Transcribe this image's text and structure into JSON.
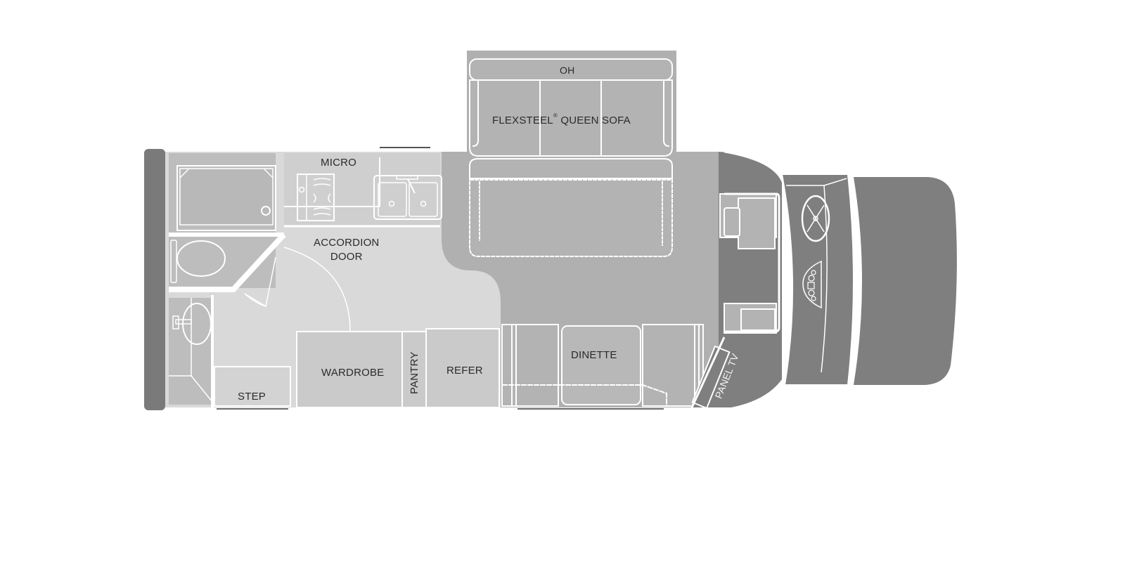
{
  "diagram": {
    "type": "rv-floor-plan",
    "colors": {
      "background": "#ffffff",
      "interior_floor": "#d9d9d9",
      "living_floor": "#b0b0b0",
      "fixtures": "#bdbdbd",
      "cab_dark": "#7f7f7f",
      "rear_wall": "#7a7a7a",
      "outline": "#ffffff",
      "label_text": "#2a2a2a"
    },
    "labels": {
      "oh": "OH",
      "sofa_name": "FLEXSTEEL",
      "sofa_mark": "®",
      "sofa_rest": " QUEEN SOFA",
      "micro": "MICRO",
      "accordion_line1": "ACCORDION",
      "accordion_line2": "DOOR",
      "wardrobe": "WARDROBE",
      "pantry": "PANTRY",
      "refer": "REFER",
      "step": "STEP",
      "dinette": "DINETTE",
      "panel_tv": "PANEL TV"
    },
    "zones": [
      {
        "name": "rear-bathroom",
        "fixtures": [
          "shower",
          "toilet",
          "sink"
        ]
      },
      {
        "name": "galley",
        "fixtures": [
          "microwave",
          "cooktop",
          "double-sink"
        ]
      },
      {
        "name": "slide-out-sofa",
        "fixtures": [
          "overhead-cabinet",
          "queen-sofa"
        ]
      },
      {
        "name": "storage",
        "fixtures": [
          "wardrobe",
          "pantry",
          "refrigerator"
        ]
      },
      {
        "name": "dinette",
        "fixtures": [
          "dinette-table",
          "benches"
        ]
      },
      {
        "name": "cab",
        "fixtures": [
          "captain-chairs",
          "steering-wheel",
          "dashboard",
          "panel-tv"
        ]
      },
      {
        "name": "entry",
        "fixtures": [
          "step"
        ]
      }
    ]
  }
}
